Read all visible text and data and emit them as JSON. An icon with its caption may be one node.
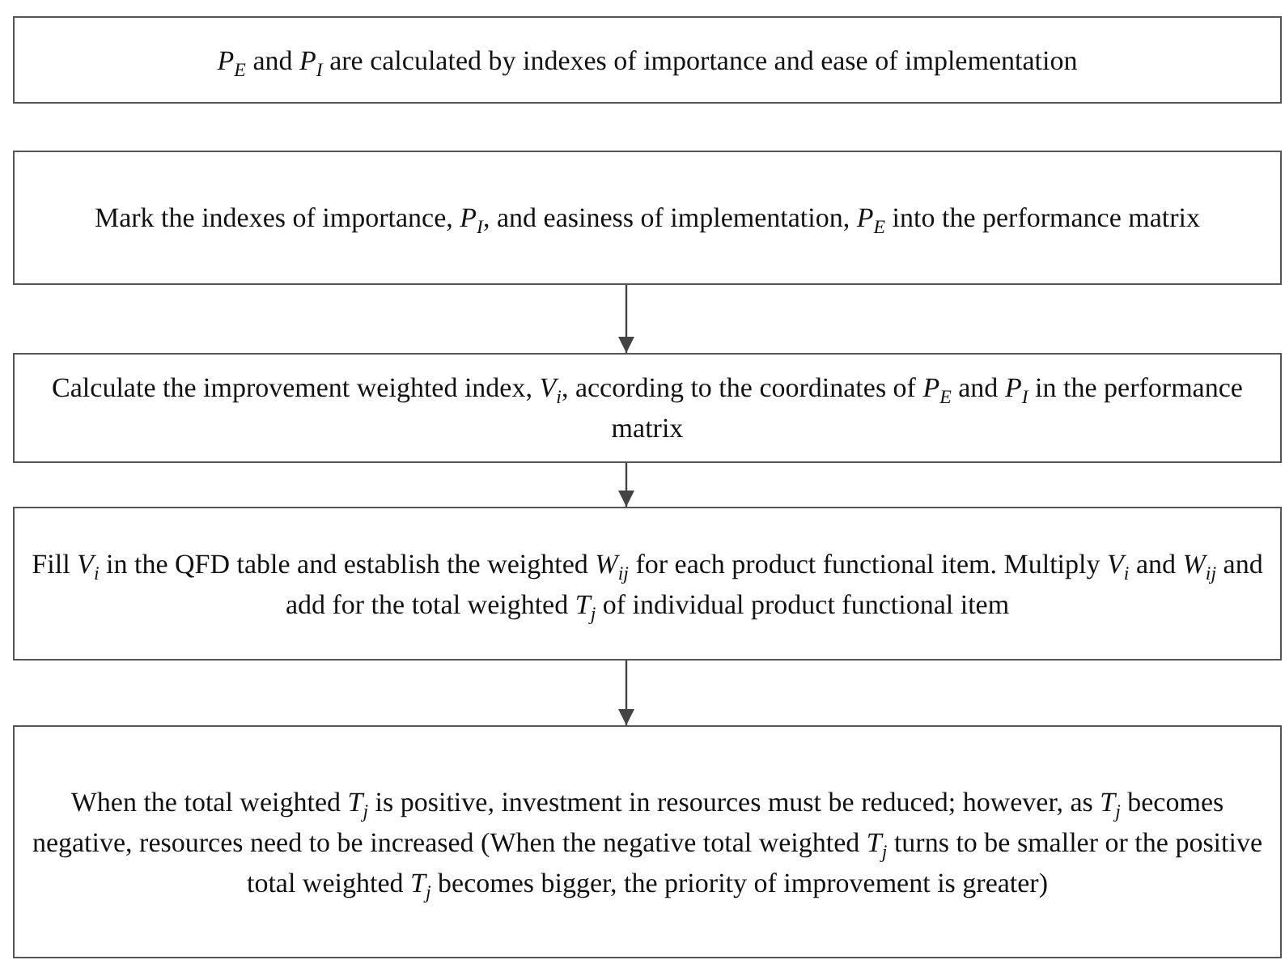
{
  "diagram": {
    "nodes": [
      {
        "text": [
          "*P*$_{E}$ and *P*$_{I}$ are calculated by indexes of importance and ease of implementation"
        ]
      },
      {
        "text": [
          "Mark the indexes of importance, *P*$_{I}$, and easiness of implementation, *P*$_{E}$ into the performance matrix"
        ]
      },
      {
        "text": [
          "Calculate the improvement weighted index, *V*$_{i}$, according to the coordinates of *P*$_{E}$ and *P*$_{I}$ in the performance matrix"
        ]
      },
      {
        "text": [
          "Fill *V*$_{i}$ in the QFD table and establish the weighted *W*$_{ij}$ for each product functional item. Multiply *V*$_{i}$ and *W*$_{ij}$ and add for the total weighted *T*$_{j}$ of individual product functional item"
        ]
      },
      {
        "text": [
          "When the total weighted *T*$_{j}$ is positive, investment in resources must be reduced; however, as *T*$_{j}$ becomes negative, resources need to be increased (When the negative total weighted *T*$_{j}$ turns to be smaller or the positive total weighted *T*$_{j}$ becomes bigger, the priority of improvement is greater)"
        ]
      }
    ],
    "edges": [
      {
        "from": 1,
        "to": 2,
        "arrow": "to"
      },
      {
        "from": 2,
        "to": 3,
        "arrow": "to"
      },
      {
        "from": 3,
        "to": 4,
        "arrow": "to"
      }
    ]
  }
}
